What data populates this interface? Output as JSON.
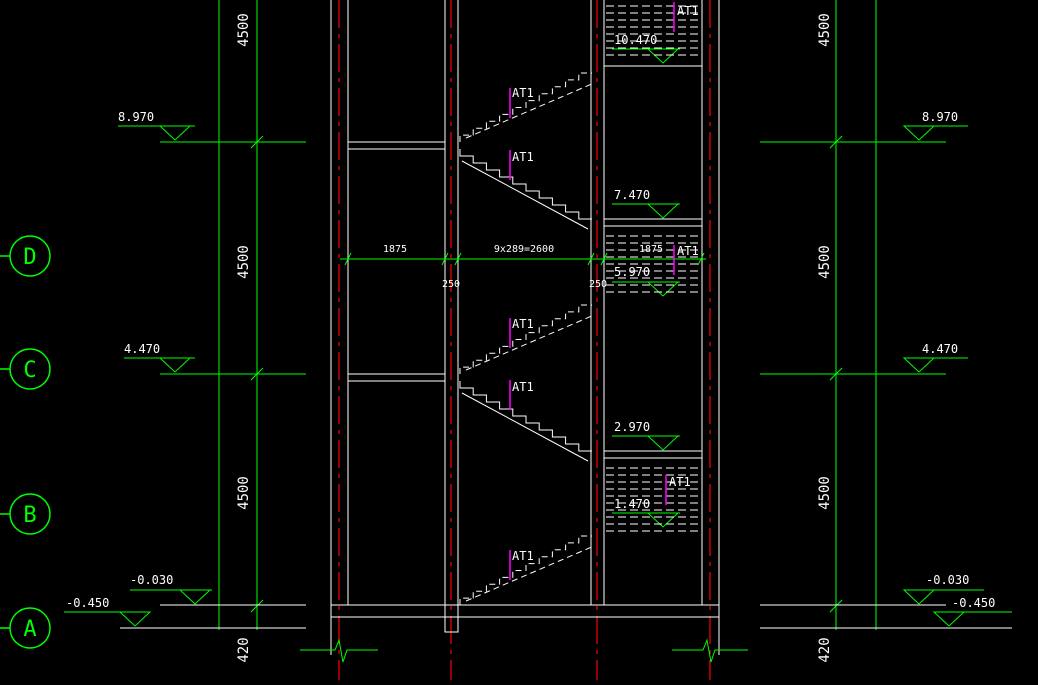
{
  "colors": {
    "background": "#000000",
    "line": "#ffffff",
    "dim": "#00ff00",
    "axis": "#ff0000",
    "tag": "#ff00ff"
  },
  "grid_labels": [
    "A",
    "B",
    "C",
    "D"
  ],
  "elevations": {
    "left": [
      "8.970",
      "4.470",
      "-0.030",
      "-0.450"
    ],
    "right": [
      "8.970",
      "4.470",
      "-0.030",
      "-0.450"
    ],
    "landing": [
      "10.470",
      "7.470",
      "5.970",
      "2.970",
      "1.470"
    ]
  },
  "dims": {
    "height_left": [
      "4500",
      "4500",
      "4500",
      "420"
    ],
    "height_right": [
      "4500",
      "4500",
      "4500",
      "420"
    ],
    "plan": {
      "left_span": "1875",
      "stair_span": "9x289=2600",
      "right_span": "1875",
      "wall_left": "250",
      "wall_right": "250"
    }
  },
  "tags": [
    "AT1",
    "AT1",
    "AT1",
    "AT1",
    "AT1",
    "AT1",
    "AT1",
    "AT1"
  ]
}
